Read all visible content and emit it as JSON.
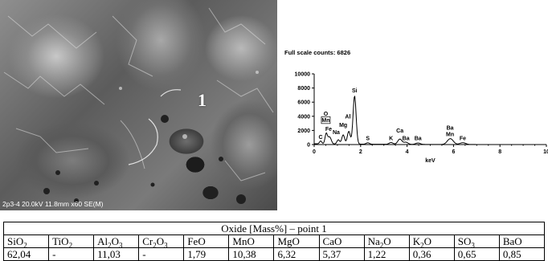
{
  "micrograph": {
    "point_label": "1",
    "caption": "2p3-4 20.0kV 11.8mm x60 SE(M)"
  },
  "spectrum": {
    "full_scale_text": "Full scale counts: 6826",
    "chart_data": {
      "type": "line",
      "title": "",
      "xlabel": "keV",
      "ylabel": "",
      "xlim": [
        0,
        10
      ],
      "ylim": [
        0,
        10000
      ],
      "x_ticks": [
        0,
        2,
        4,
        6,
        8,
        10
      ],
      "y_ticks": [
        0,
        2000,
        4000,
        6000,
        8000,
        10000
      ],
      "peaks": [
        {
          "label": "C",
          "energy": 0.28,
          "counts": 400
        },
        {
          "label": "O",
          "energy": 0.52,
          "counts": 1500
        },
        {
          "label": "Mn",
          "energy": 0.64,
          "counts": 700
        },
        {
          "label": "Fe",
          "energy": 0.71,
          "counts": 500
        },
        {
          "label": "Na",
          "energy": 1.04,
          "counts": 600
        },
        {
          "label": "Mg",
          "energy": 1.25,
          "counts": 1300
        },
        {
          "label": "Al",
          "energy": 1.49,
          "counts": 1800
        },
        {
          "label": "Si",
          "energy": 1.74,
          "counts": 6826
        },
        {
          "label": "S",
          "energy": 2.31,
          "counts": 200
        },
        {
          "label": "K",
          "energy": 3.31,
          "counts": 250
        },
        {
          "label": "Ca",
          "energy": 3.69,
          "counts": 750
        },
        {
          "label": "Ba",
          "energy": 3.95,
          "counts": 300
        },
        {
          "label": "Ba",
          "energy": 4.47,
          "counts": 200
        },
        {
          "label": "Ba",
          "energy": 5.8,
          "counts": 350
        },
        {
          "label": "Mn",
          "energy": 5.9,
          "counts": 550
        },
        {
          "label": "Fe",
          "energy": 6.4,
          "counts": 250
        }
      ],
      "labels": [
        {
          "text": "C",
          "x": 0.28,
          "y": 800
        },
        {
          "text": "O",
          "x": 0.5,
          "y": 4100
        },
        {
          "text": "Mn",
          "x": 0.5,
          "y": 3200
        },
        {
          "text": "Fe",
          "x": 0.62,
          "y": 1950
        },
        {
          "text": "Na",
          "x": 0.95,
          "y": 1450
        },
        {
          "text": "Mg",
          "x": 1.25,
          "y": 2500
        },
        {
          "text": "Al",
          "x": 1.45,
          "y": 3700
        },
        {
          "text": "Si",
          "x": 1.74,
          "y": 7400
        },
        {
          "text": "S",
          "x": 2.31,
          "y": 600
        },
        {
          "text": "K",
          "x": 3.31,
          "y": 600
        },
        {
          "text": "Ca",
          "x": 3.69,
          "y": 1700
        },
        {
          "text": "Ba",
          "x": 3.95,
          "y": 600
        },
        {
          "text": "Ba",
          "x": 4.47,
          "y": 600
        },
        {
          "text": "Ba",
          "x": 5.85,
          "y": 2100
        },
        {
          "text": "Mn",
          "x": 5.85,
          "y": 1200
        },
        {
          "text": "Fe",
          "x": 6.4,
          "y": 600
        }
      ]
    }
  },
  "table": {
    "caption": "Oxide [Mass%] – point 1",
    "headers": [
      {
        "base": "SiO",
        "sub": "2"
      },
      {
        "base": "TiO",
        "sub": "2"
      },
      {
        "base": "Al",
        "sub": "2",
        "mid": "O",
        "sub2": "3"
      },
      {
        "base": "Cr",
        "sub": "2",
        "mid": "O",
        "sub2": "3"
      },
      {
        "base": "FeO"
      },
      {
        "base": "MnO"
      },
      {
        "base": "MgO"
      },
      {
        "base": "CaO"
      },
      {
        "base": "Na",
        "sub": "2",
        "mid": "O"
      },
      {
        "base": "K",
        "sub": "2",
        "mid": "O"
      },
      {
        "base": "SO",
        "sub": "3"
      },
      {
        "base": "BaO"
      }
    ],
    "values": [
      "62,04",
      "-",
      "11,03",
      "-",
      "1,79",
      "10,38",
      "6,32",
      "5,37",
      "1,22",
      "0,36",
      "0,65",
      "0,85"
    ]
  }
}
